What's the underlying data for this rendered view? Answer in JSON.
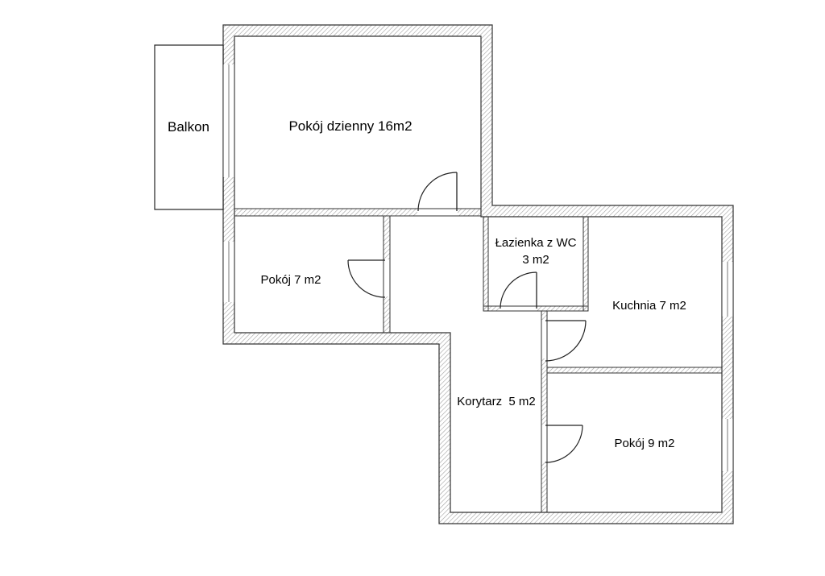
{
  "title": "",
  "rooms": {
    "balcony": {
      "label": "Balkon"
    },
    "living_room": {
      "label": "Pokój dzienny 16m2"
    },
    "room_small": {
      "label": "Pokój 7 m2"
    },
    "bathroom": {
      "line1": "Łazienka z WC",
      "line2": "3 m2"
    },
    "kitchen": {
      "label": "Kuchnia 7 m2"
    },
    "corridor": {
      "label": "Korytarz  5 m2"
    },
    "room_medium": {
      "label": "Pokój 9 m2"
    }
  },
  "colors": {
    "wall_stroke": "#333333",
    "hatch": "#9a9a9a",
    "background": "#ffffff"
  }
}
